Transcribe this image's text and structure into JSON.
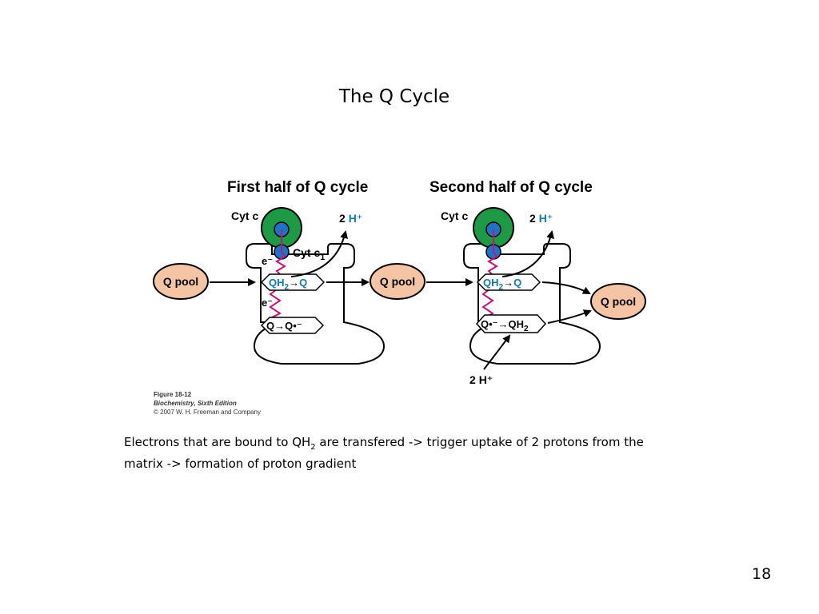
{
  "slide": {
    "title": "The Q Cycle",
    "page_number": "18",
    "body_text": {
      "part1": "Electrons that are bound to QH",
      "sub": "2",
      "part2": " are transfered -> trigger uptake of 2 protons from the",
      "line2": "matrix -> formation of proton gradient"
    }
  },
  "figure": {
    "colors": {
      "q_pool_fill": "#f5c4a4",
      "cyt_c_green": "#1e9a46",
      "cyt_c1_blue": "#1e73c8",
      "electron_path": "#c0157a",
      "accent_blue": "#0f7bb0"
    },
    "first_half": {
      "heading": "First half of Q cycle",
      "cyt_c_label": "Cyt c",
      "cyt_c1_label": "Cyt c",
      "cyt_c1_sub": "1",
      "proton_count": "2",
      "proton_label": "H⁺",
      "electron_label": "e⁻",
      "q_pool_left": "Q pool",
      "q_pool_right": "Q pool",
      "qo_left": "QH",
      "qo_sub": "2",
      "qo_arrow": "→",
      "qo_right": "Q",
      "qi_left": "Q",
      "qi_arrow": "→",
      "qi_right": "Q•⁻"
    },
    "second_half": {
      "heading": "Second half of Q cycle",
      "cyt_c_label": "Cyt c",
      "proton_count_top": "2",
      "proton_label_top": "H⁺",
      "proton_count_bottom": "2",
      "proton_label_bottom": "H⁺",
      "q_pool": "Q pool",
      "qo_left": "QH",
      "qo_sub": "2",
      "qo_arrow": "→",
      "qo_right": "Q",
      "qi_left": "Q•⁻",
      "qi_arrow": "→",
      "qi_right": "QH",
      "qi_sub": "2"
    },
    "caption": {
      "line1": "Figure 18-12",
      "line2": "Biochemistry, Sixth Edition",
      "line3": "© 2007 W. H. Freeman and Company"
    }
  }
}
